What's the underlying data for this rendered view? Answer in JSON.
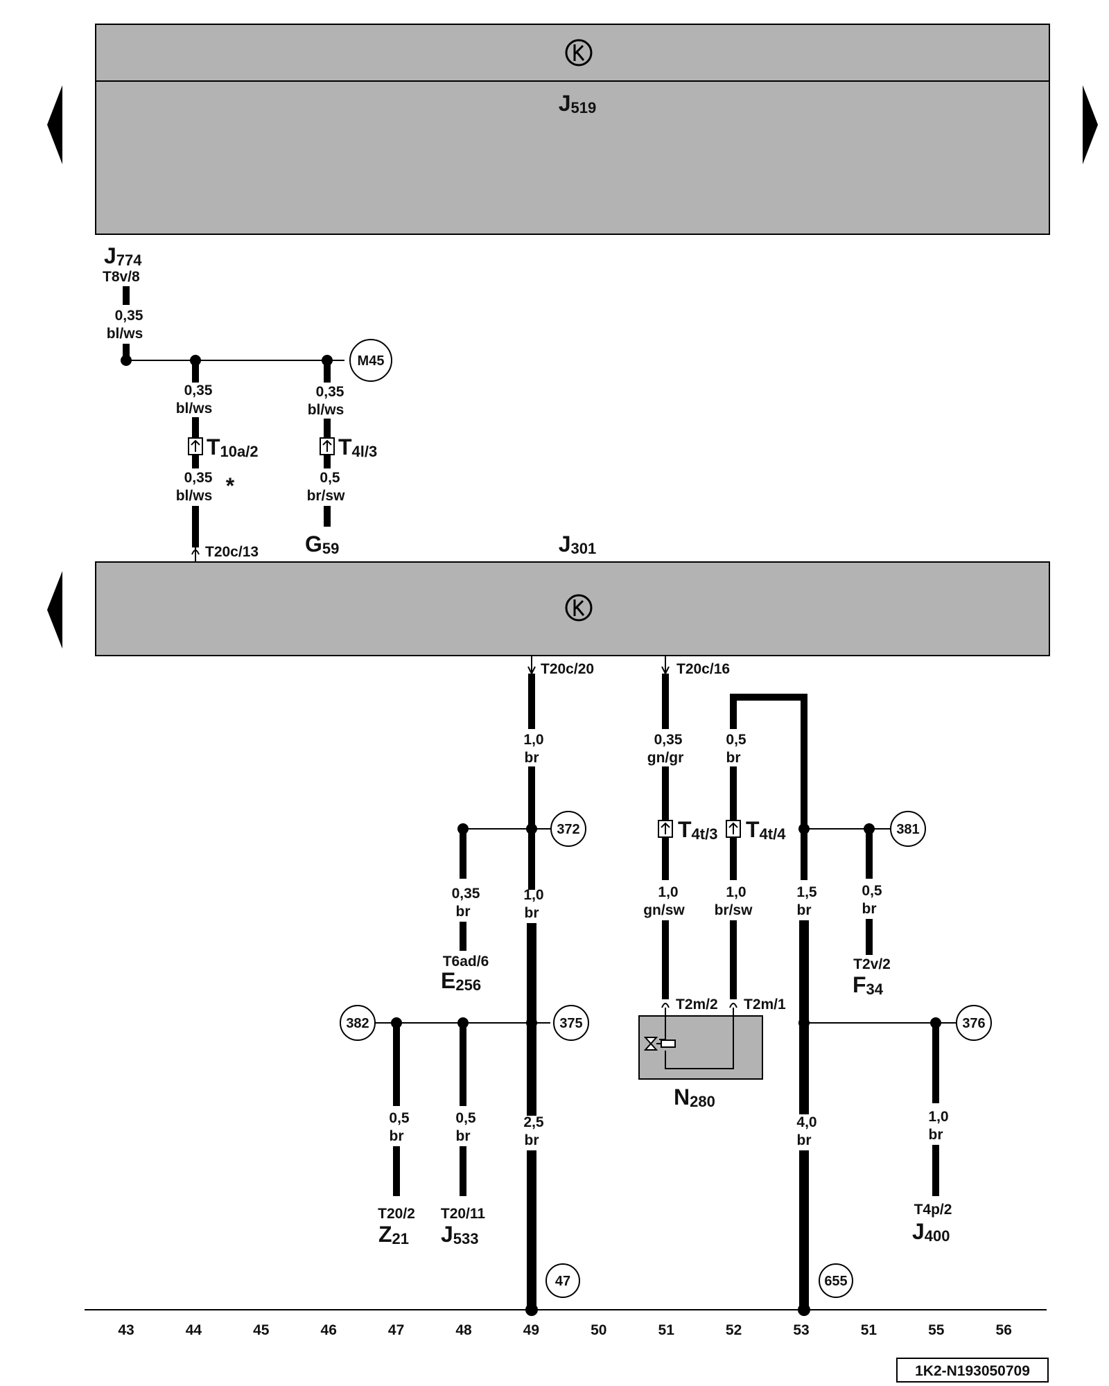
{
  "modules": {
    "j519": {
      "name": "J",
      "sub": "519"
    },
    "j301": {
      "name": "J",
      "sub": "301"
    }
  },
  "components": {
    "j774": {
      "name": "J",
      "sub": "774",
      "pin": "T8v/8"
    },
    "g59": {
      "name": "G",
      "sub": "59"
    },
    "e256": {
      "name": "E",
      "sub": "256",
      "pin": "T6ad/6"
    },
    "f34": {
      "name": "F",
      "sub": "34",
      "pin": "T2v/2"
    },
    "n280": {
      "name": "N",
      "sub": "280"
    },
    "z21": {
      "name": "Z",
      "sub": "21",
      "pin": "T20/2"
    },
    "j533": {
      "name": "J",
      "sub": "533",
      "pin": "T20/11"
    },
    "j400": {
      "name": "J",
      "sub": "400",
      "pin": "T4p/2"
    }
  },
  "connectors": {
    "t10a2": {
      "name": "T",
      "sub": "10a/2"
    },
    "t4l3": {
      "name": "T",
      "sub": "4l/3"
    },
    "t4t3": {
      "name": "T",
      "sub": "4t/3"
    },
    "t4t4": {
      "name": "T",
      "sub": "4t/4"
    }
  },
  "pins": {
    "t20c13": "T20c/13",
    "t20c20": "T20c/20",
    "t20c16": "T20c/16",
    "t2m2": "T2m/2",
    "t2m1": "T2m/1"
  },
  "wires": {
    "j774_top": {
      "size": "0,35",
      "color": "bl/ws"
    },
    "t10a_up": {
      "size": "0,35",
      "color": "bl/ws"
    },
    "t10a_down": {
      "size": "0,35",
      "color": "bl/ws"
    },
    "t4l_up": {
      "size": "0,35",
      "color": "bl/ws"
    },
    "t4l_down": {
      "size": "0,5",
      "color": "br/sw"
    },
    "c49_top": {
      "size": "1,0",
      "color": "br"
    },
    "c49_mid": {
      "size": "1,0",
      "color": "br"
    },
    "c49_low": {
      "size": "2,5",
      "color": "br"
    },
    "e256": {
      "size": "0,35",
      "color": "br"
    },
    "c51_top": {
      "size": "0,35",
      "color": "gn/gr"
    },
    "c51_mid": {
      "size": "1,0",
      "color": "gn/sw"
    },
    "c52_top": {
      "size": "0,5",
      "color": "br"
    },
    "c52_mid": {
      "size": "1,0",
      "color": "br/sw"
    },
    "c53_mid": {
      "size": "1,5",
      "color": "br"
    },
    "c53_low": {
      "size": "4,0",
      "color": "br"
    },
    "f34": {
      "size": "0,5",
      "color": "br"
    },
    "z21": {
      "size": "0,5",
      "color": "br"
    },
    "j533": {
      "size": "0,5",
      "color": "br"
    },
    "j400": {
      "size": "1,0",
      "color": "br"
    }
  },
  "circles": {
    "m45": "M45",
    "c372": "372",
    "c381": "381",
    "c382": "382",
    "c375": "375",
    "c376": "376",
    "c47": "47",
    "c655": "655"
  },
  "asterisk": "*",
  "ruler": [
    "43",
    "44",
    "45",
    "46",
    "47",
    "48",
    "49",
    "50",
    "51",
    "52",
    "53",
    "51",
    "55",
    "56"
  ],
  "doc_id": "1K2-N193050709"
}
